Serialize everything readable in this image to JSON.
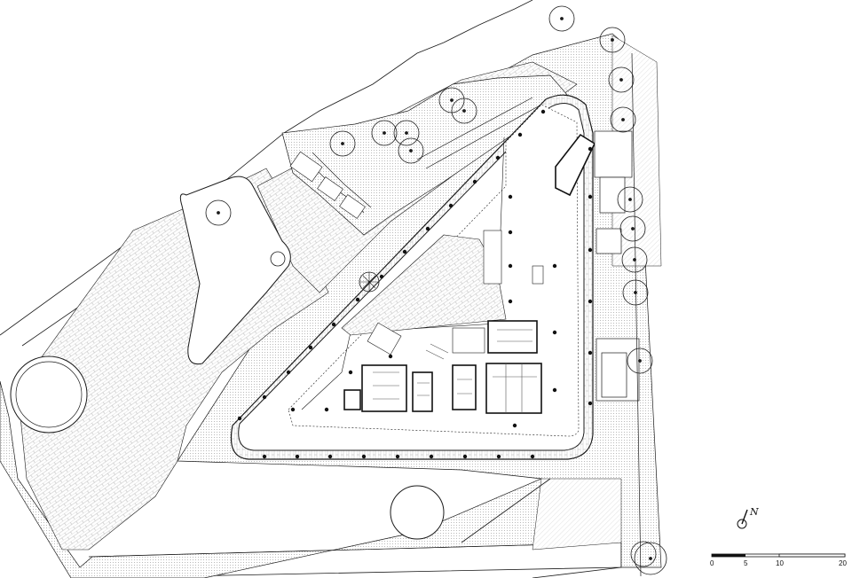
{
  "drawing": {
    "north_label": "N",
    "scale_labels": [
      "0",
      "5",
      "10",
      "20"
    ]
  },
  "colors": {
    "line": "#1a1a1a",
    "hatch": "#b5b5b5",
    "paper": "#ffffff"
  },
  "icons": {
    "north": "north-arrow-icon",
    "tree": "tree-icon"
  }
}
